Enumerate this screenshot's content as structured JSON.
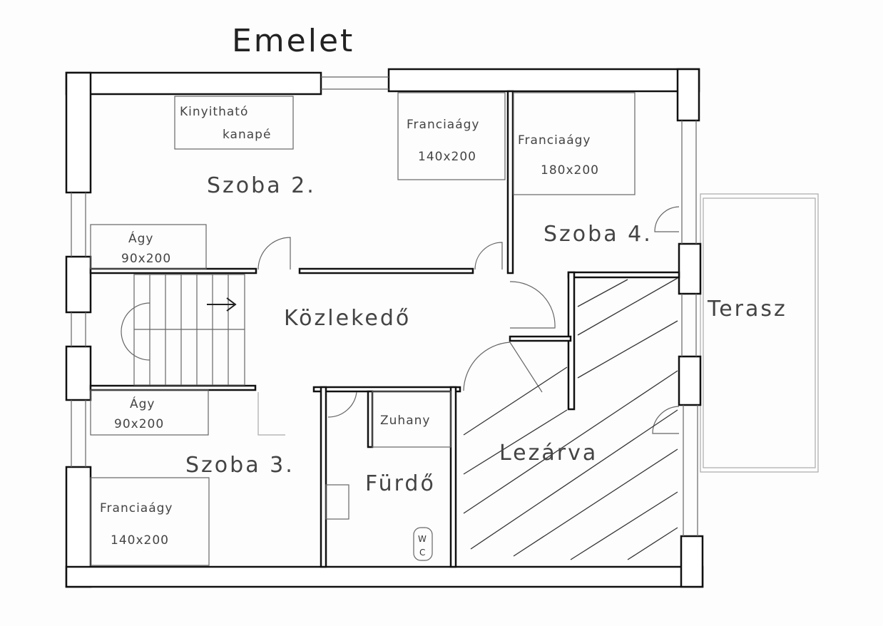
{
  "title": "Emelet",
  "rooms": {
    "szoba2": "Szoba 2.",
    "szoba3": "Szoba 3.",
    "szoba4": "Szoba 4.",
    "kozlekedo": "Közlekedő",
    "furdo": "Fürdő",
    "lezarva": "Lezárva",
    "terasz": "Terasz"
  },
  "furniture": {
    "sofa": [
      "Kinyitható",
      "kanapé"
    ],
    "bed_s2": [
      "Franciaágy",
      "140x200"
    ],
    "bed_s4": [
      "Franciaágy",
      "180x200"
    ],
    "single_bed_top": [
      "Ágy",
      "90x200"
    ],
    "single_bed_bottom": [
      "Ágy",
      "90x200"
    ],
    "bed_s3": [
      "Franciaágy",
      "140x200"
    ],
    "shower": "Zuhany",
    "wc": [
      "W",
      "C"
    ]
  }
}
